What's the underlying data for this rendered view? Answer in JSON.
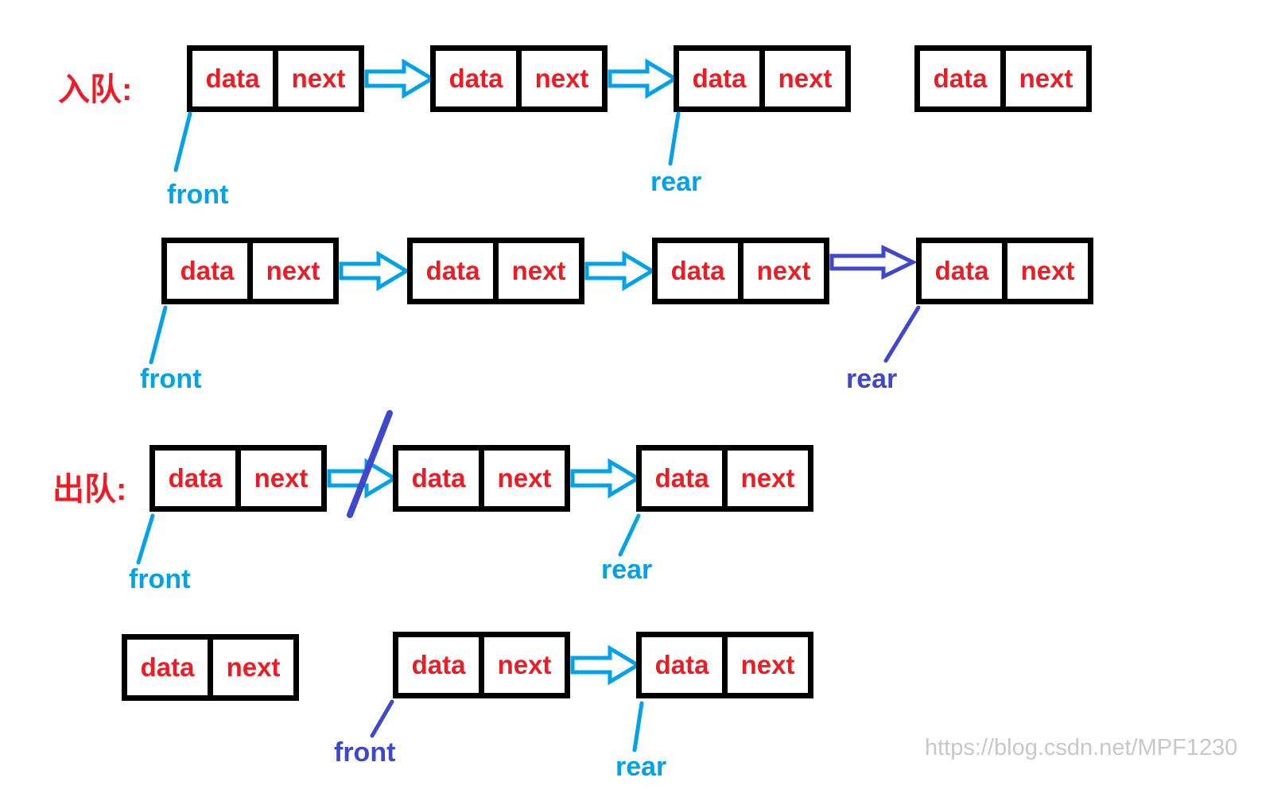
{
  "diagram": {
    "title_enqueue": "入队:",
    "title_dequeue": "出队:",
    "cell_labels": {
      "data": "data",
      "next": "next"
    },
    "pointers": {
      "r1_front": "front",
      "r1_rear": "rear",
      "r2_front": "front",
      "r2_rear": "rear",
      "r3_front": "front",
      "r3_rear": "rear",
      "r4_front": "front",
      "r4_rear": "rear"
    },
    "watermark": "https://blog.csdn.net/MPF1230",
    "colors": {
      "node_text_red": "#ed1c24",
      "link_cyan": "#00a2e8",
      "link_purple": "#3f48cc",
      "node_border_black": "#000000",
      "watermark_gray": "#c8c8c8"
    }
  }
}
